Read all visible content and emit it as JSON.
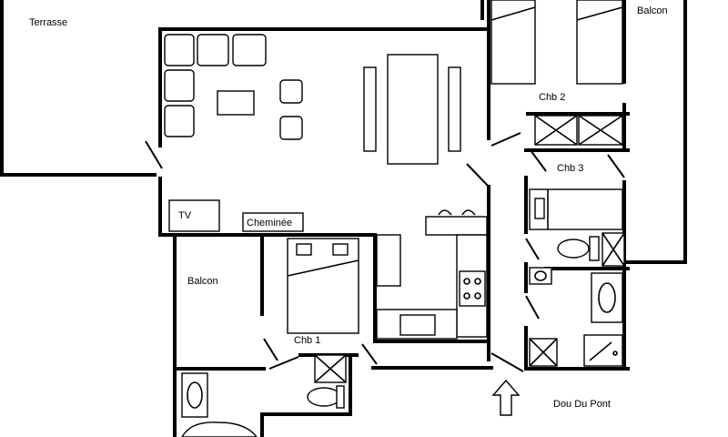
{
  "rooms": {
    "terrasse": "Terrasse",
    "balcon_top": "Balcon",
    "chb2": "Chb 2",
    "chb3": "Chb 3",
    "tv": "TV",
    "cheminee": "Cheminée",
    "balcon_left": "Balcon",
    "chb1": "Chb 1",
    "entrance": "Dou Du Pont"
  }
}
